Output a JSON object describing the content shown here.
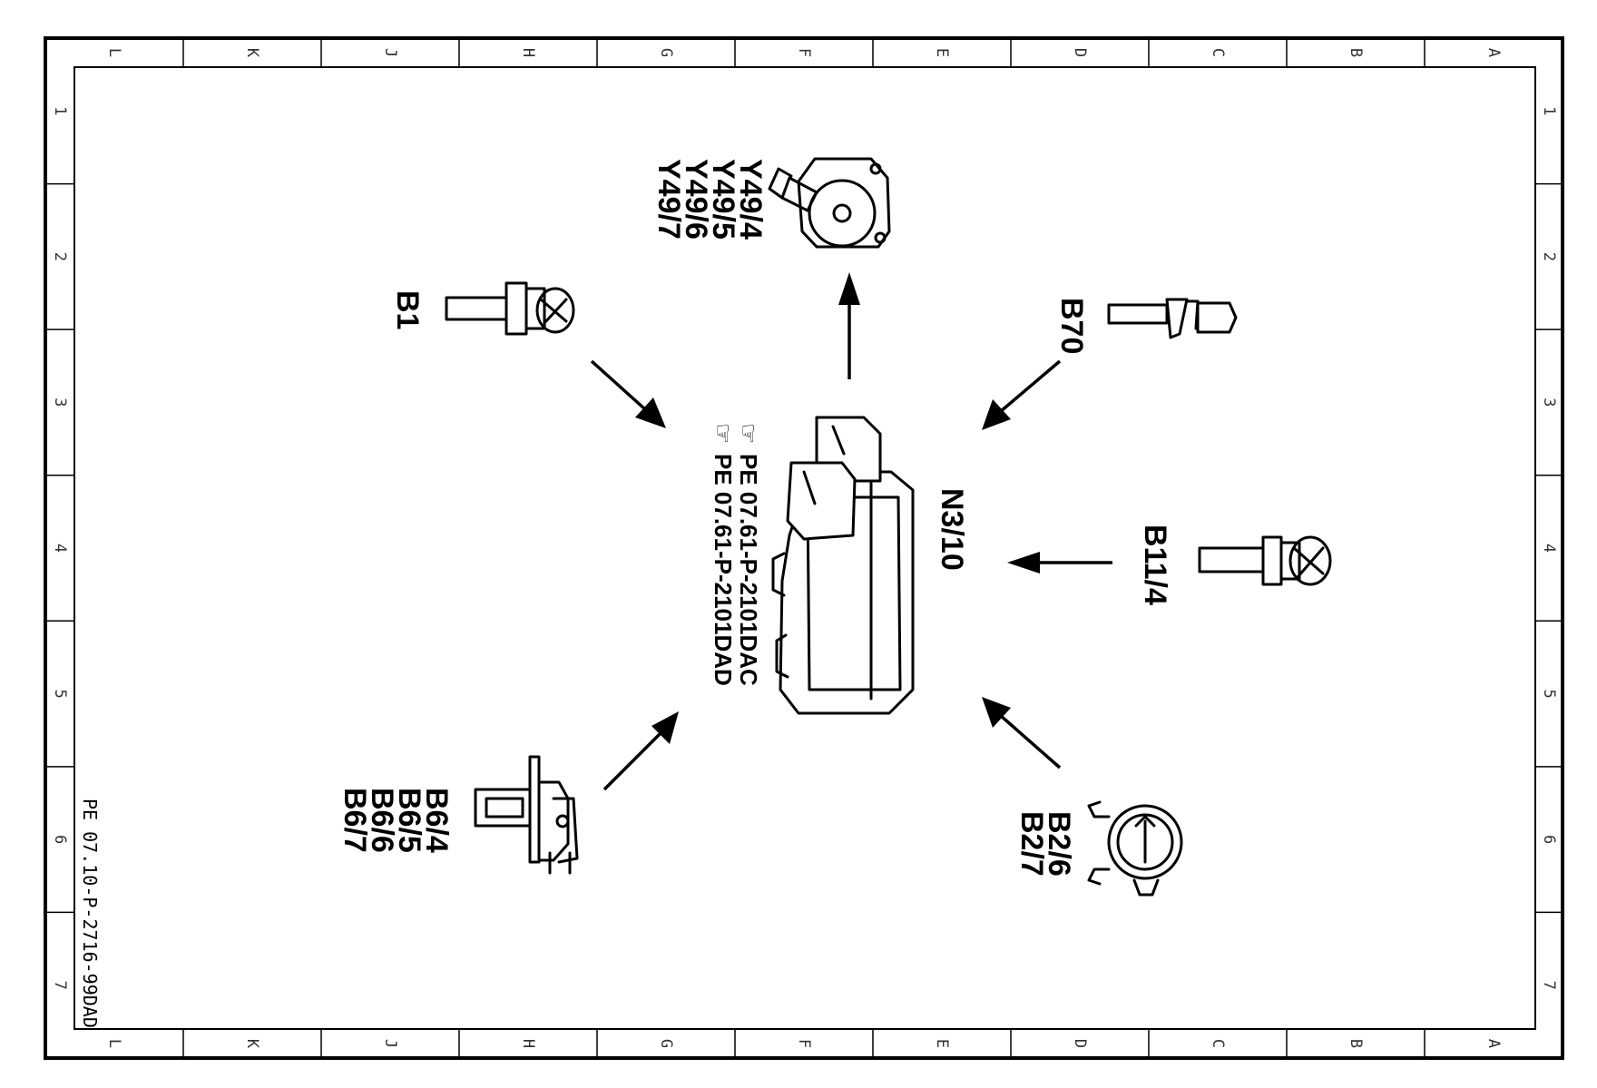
{
  "frame": {
    "columns": [
      "L",
      "K",
      "J",
      "H",
      "G",
      "F",
      "E",
      "D",
      "C",
      "B",
      "A"
    ],
    "rows": [
      "1",
      "2",
      "3",
      "4",
      "5",
      "6",
      "7"
    ],
    "document_id": "PE 07.10-P-2716-99DAD"
  },
  "components": {
    "n3_10": {
      "label": "N3/10",
      "refs": [
        "PE 07.61-P-2101DAC",
        "PE 07.61-P-2101DAD"
      ]
    },
    "y49": {
      "labels": [
        "Y49/4",
        "Y49/5",
        "Y49/6",
        "Y49/7"
      ]
    },
    "b1": {
      "label": "B1"
    },
    "b70": {
      "label": "B70"
    },
    "b11_4": {
      "label": "B11/4"
    },
    "b6": {
      "labels": [
        "B6/4",
        "B6/5",
        "B6/6",
        "B6/7"
      ]
    },
    "b2": {
      "labels": [
        "B2/6",
        "B2/7"
      ]
    }
  }
}
